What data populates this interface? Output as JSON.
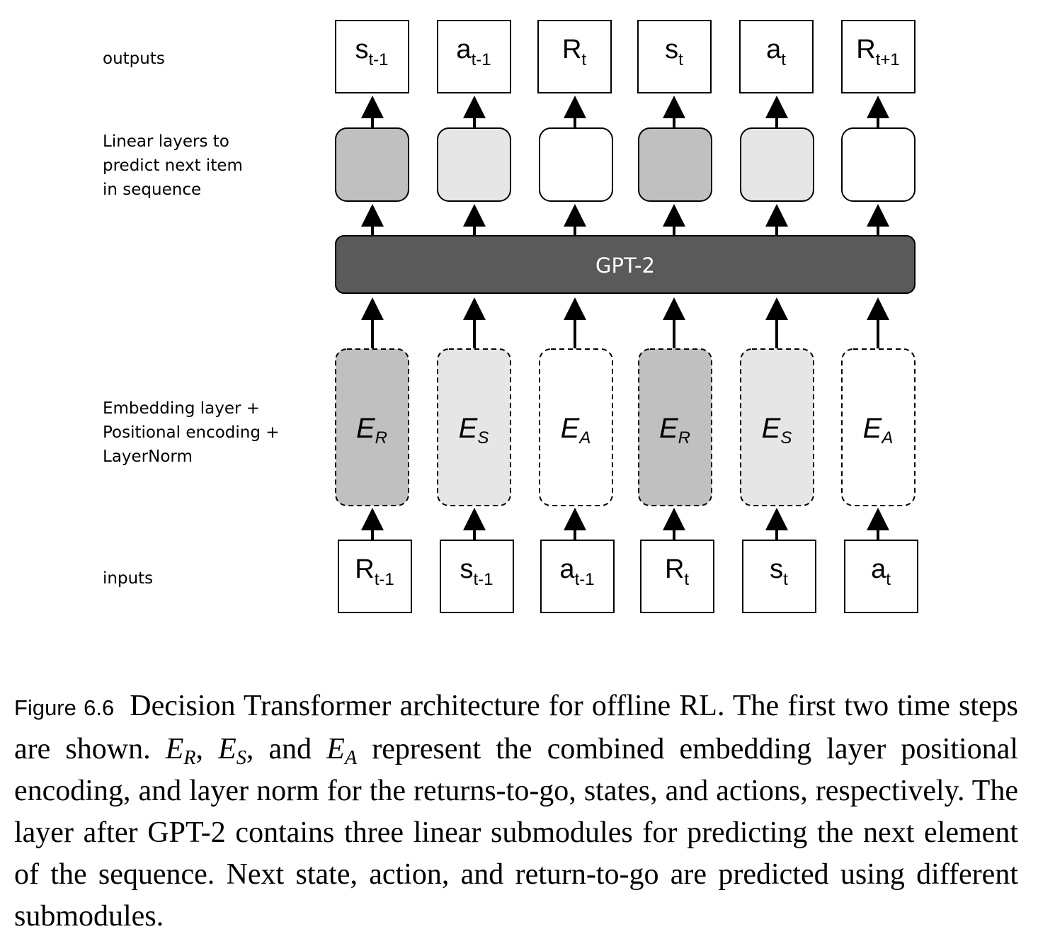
{
  "labels": {
    "outputs": "outputs",
    "linear": [
      "Linear layers to",
      "predict next item",
      "in sequence"
    ],
    "embedding": [
      "Embedding layer +",
      "Positional encoding +",
      "LayerNorm"
    ],
    "inputs": "inputs"
  },
  "gpt_label": "GPT-2",
  "outputs": [
    {
      "main": "s",
      "sub": "t-1"
    },
    {
      "main": "a",
      "sub": "t-1"
    },
    {
      "main": "R",
      "sub": "t"
    },
    {
      "main": "s",
      "sub": "t"
    },
    {
      "main": "a",
      "sub": "t"
    },
    {
      "main": "R",
      "sub": "t+1"
    }
  ],
  "linear_colors": [
    "#c0c0c0",
    "#e6e6e6",
    "#ffffff",
    "#c0c0c0",
    "#e6e6e6",
    "#ffffff"
  ],
  "embeddings": [
    {
      "main": "E",
      "sub": "R",
      "color": "#c0c0c0"
    },
    {
      "main": "E",
      "sub": "S",
      "color": "#e6e6e6"
    },
    {
      "main": "E",
      "sub": "A",
      "color": "#ffffff"
    },
    {
      "main": "E",
      "sub": "R",
      "color": "#c0c0c0"
    },
    {
      "main": "E",
      "sub": "S",
      "color": "#e6e6e6"
    },
    {
      "main": "E",
      "sub": "A",
      "color": "#ffffff"
    }
  ],
  "inputs": [
    {
      "main": "R",
      "sub": "t-1"
    },
    {
      "main": "s",
      "sub": "t-1"
    },
    {
      "main": "a",
      "sub": "t-1"
    },
    {
      "main": "R",
      "sub": "t"
    },
    {
      "main": "s",
      "sub": "t"
    },
    {
      "main": "a",
      "sub": "t"
    }
  ],
  "gpt_color": "#5a5a5a",
  "caption": {
    "figure_label": "Figure 6.6",
    "part1": "Decision Transformer architecture for offline RL. The first two time steps are shown.",
    "er_main": "E",
    "er_sub": "R",
    "sep1": ",",
    "es_main": "E",
    "es_sub": "S",
    "sep2": ", and",
    "ea_main": "E",
    "ea_sub": "A",
    "part2": "represent the combined embedding layer positional encoding, and layer norm for the returns-to-go, states, and actions, respectively. The layer after GPT-2 contains three linear submodules for predicting the next element of the sequence. Next state, action, and return-to-go are predicted using different submodules."
  }
}
